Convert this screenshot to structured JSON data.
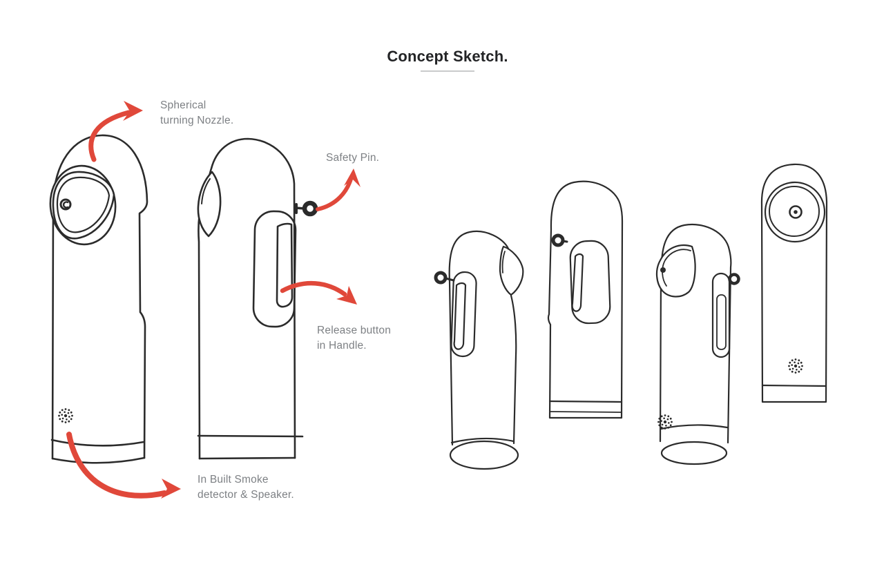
{
  "title": {
    "text": "Concept Sketch."
  },
  "annotations": {
    "nozzle": "Spherical\nturning Nozzle.",
    "safety_pin": "Safety Pin.",
    "release_button": "Release button\nin Handle.",
    "smoke_detector": "In Built Smoke\ndetector & Speaker."
  },
  "colors": {
    "accent_red": "#e0483a",
    "ink": "#2b2b2b",
    "label_gray": "#7d8084",
    "underline_gray": "#c9cacb",
    "background": "#ffffff"
  },
  "sketch_views": [
    "front-view-large",
    "side-view-large",
    "right-facing-perspective",
    "back-three-quarter",
    "front-three-quarter",
    "front-view-small"
  ]
}
